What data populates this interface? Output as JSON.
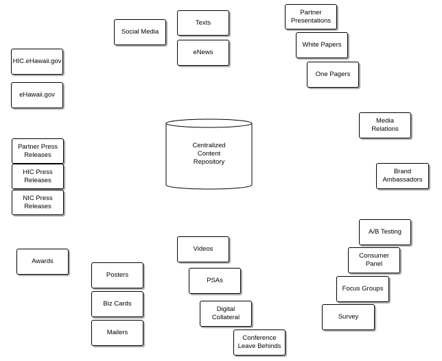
{
  "diagram": {
    "center": {
      "label": "Centralized\nContent\nRepository"
    },
    "nodes": {
      "social_media": "Social Media",
      "texts": "Texts",
      "enews": "eNews",
      "partner_presentations": "Partner\nPresentations",
      "white_papers": "White Papers",
      "one_pagers": "One Pagers",
      "hic_ehawaii": "HIC.eHawaii.gov",
      "ehawaii": "eHawaii.gov",
      "partner_press_releases": "Partner Press\nReleases",
      "hic_press_releases": "HIC Press\nReleases",
      "nic_press_releases": "NIC Press\nReleases",
      "media_relations": "Media\nRelations",
      "brand_ambassadors": "Brand\nAmbassadors",
      "ab_testing": "A/B Testing",
      "consumer_panel": "Consumer\nPanel",
      "focus_groups": "Focus Groups",
      "survey": "Survey",
      "awards": "Awards",
      "posters": "Posters",
      "biz_cards": "Biz Cards",
      "mailers": "Mailers",
      "videos": "Videos",
      "psas": "PSAs",
      "digital_collateral": "Digital\nCollateral",
      "conference_leave_behinds": "Conference\nLeave Behinds"
    }
  }
}
